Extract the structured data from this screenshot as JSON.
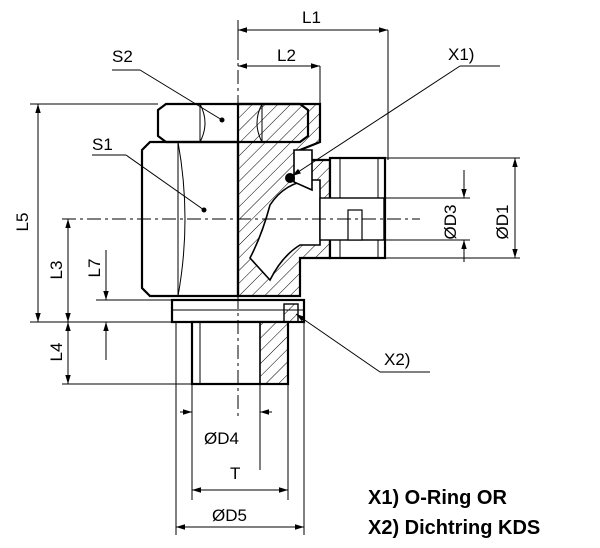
{
  "labels": {
    "L1": "L1",
    "L2": "L2",
    "L3": "L3",
    "L4": "L4",
    "L5": "L5",
    "L7": "L7",
    "S1": "S1",
    "S2": "S2",
    "X1": "X1)",
    "X2": "X2)",
    "D1": "ØD1",
    "D3": "ØD3",
    "D4": "ØD4",
    "D5": "ØD5",
    "T": "T"
  },
  "legend": {
    "x1": "X1) O-Ring OR",
    "x2": "X2) Dichtring KDS"
  }
}
